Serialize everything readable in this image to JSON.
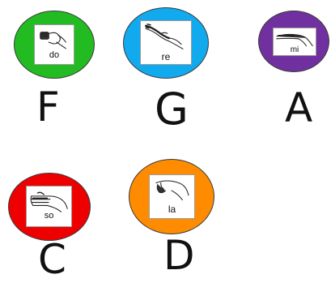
{
  "signs": [
    {
      "syllable": "do",
      "note": "F",
      "circle_color": "#22bb22",
      "hand_icon": "fist-hand-icon"
    },
    {
      "syllable": "re",
      "note": "G",
      "circle_color": "#11aaee",
      "hand_icon": "slanted-hand-icon"
    },
    {
      "syllable": "mi",
      "note": "A",
      "circle_color": "#7030a0",
      "hand_icon": "flat-hand-icon"
    },
    {
      "syllable": "so",
      "note": "C",
      "circle_color": "#ee0000",
      "hand_icon": "open-hand-icon"
    },
    {
      "syllable": "la",
      "note": "D",
      "circle_color": "#ff8c00",
      "hand_icon": "drooping-hand-icon"
    }
  ]
}
